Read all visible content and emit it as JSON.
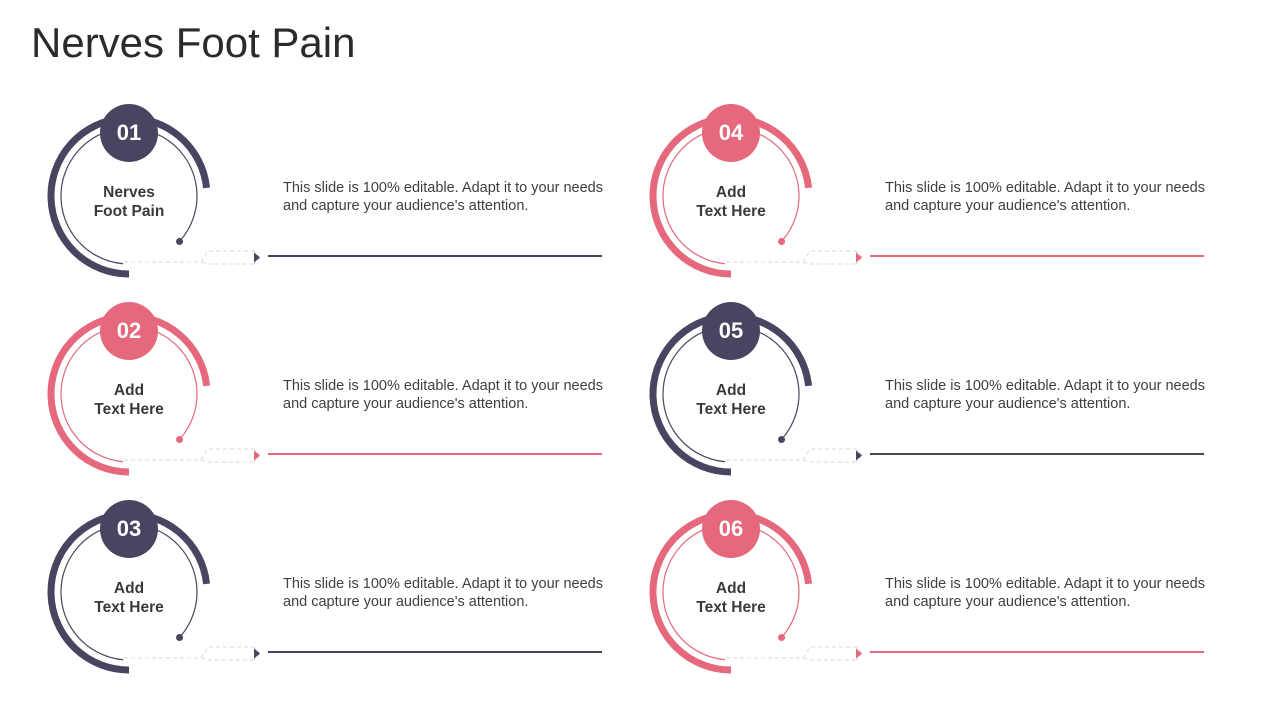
{
  "title": "Nerves Foot Pain",
  "colors": {
    "dark": "#4b4460",
    "pink": "#e5687c",
    "dashed": "#d8d8d8"
  },
  "items": [
    {
      "number": "01",
      "label_line1": "Nerves",
      "label_line2": "Foot Pain",
      "description": "This slide is 100% editable. Adapt it to your needs and capture your audience's attention.",
      "color": "dark"
    },
    {
      "number": "02",
      "label_line1": "Add",
      "label_line2": "Text Here",
      "description": "This slide is 100% editable. Adapt it to your needs and capture your audience's attention.",
      "color": "pink"
    },
    {
      "number": "03",
      "label_line1": "Add",
      "label_line2": "Text Here",
      "description": "This slide is 100% editable. Adapt it to your needs and capture your audience's attention.",
      "color": "dark"
    },
    {
      "number": "04",
      "label_line1": "Add",
      "label_line2": "Text Here",
      "description": "This slide is 100% editable. Adapt it to your needs and capture your audience's attention.",
      "color": "pink"
    },
    {
      "number": "05",
      "label_line1": "Add",
      "label_line2": "Text Here",
      "description": "This slide is 100% editable. Adapt it to your needs and capture your audience's attention.",
      "color": "dark"
    },
    {
      "number": "06",
      "label_line1": "Add",
      "label_line2": "Text Here",
      "description": "This slide is 100% editable. Adapt it to your needs and capture your audience's attention.",
      "color": "pink"
    }
  ]
}
